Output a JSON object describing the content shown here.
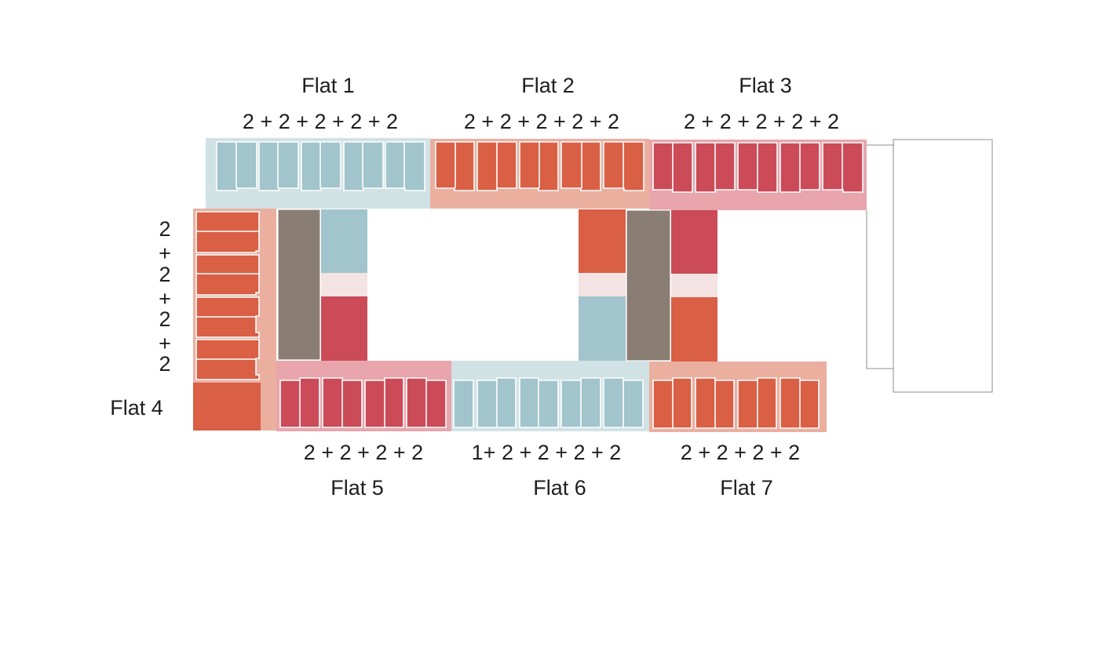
{
  "colors": {
    "blue": "#a2c4cc",
    "blue_zone": "#d1e2e5",
    "orange": "#d95f45",
    "orange_zone": "#ebafa0",
    "red": "#cb4b58",
    "red_zone": "#e8a5ac",
    "core": "#8a7e74",
    "landing": "#f4e3e3",
    "outline": "#8c8c8c"
  },
  "flats": [
    {
      "name": "Flat 1",
      "composition": "2 + 2 + 2 + 2 + 2",
      "color": "blue"
    },
    {
      "name": "Flat 2",
      "composition": "2 + 2 + 2 + 2 + 2",
      "color": "orange"
    },
    {
      "name": "Flat 3",
      "composition": "2 + 2 + 2 + 2 + 2",
      "color": "red"
    },
    {
      "name": "Flat 4",
      "composition_parts": [
        "2",
        "+",
        "2",
        "+",
        "2",
        "+",
        "2"
      ],
      "color": "orange"
    },
    {
      "name": "Flat 5",
      "composition": "2 + 2 + 2 + 2",
      "color": "red"
    },
    {
      "name": "Flat 6",
      "composition": "1+ 2 + 2 + 2 + 2",
      "color": "blue"
    },
    {
      "name": "Flat 7",
      "composition": "2 + 2 + 2 + 2",
      "color": "orange"
    }
  ]
}
